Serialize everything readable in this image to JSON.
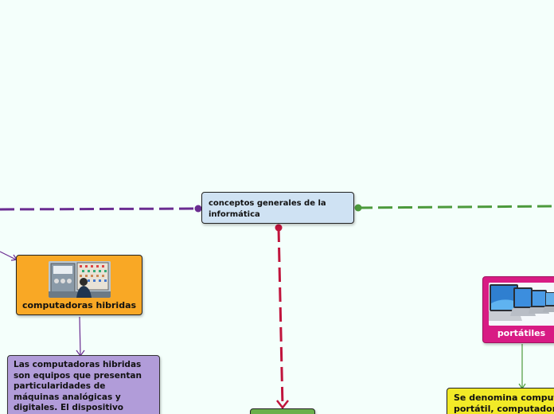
{
  "map": {
    "central": {
      "title": "conceptos generales de la informática"
    },
    "hybrid": {
      "label": "computadoras hibridas",
      "image_icon": "hybrid-computer-operator-image",
      "description": "Las computadoras hibridas son equipos que presentan particularidades de máquinas analógicas y digitales. El dispositivo"
    },
    "portable": {
      "label": "portátiles",
      "image_icon": "laptops-row-image",
      "description_lines": [
        "Se denomina computadora",
        "portátil, computadora"
      ]
    },
    "bottom_node": {
      "label": ""
    }
  },
  "colors": {
    "background": "#f4fffb",
    "central_fill": "#cfe2f3",
    "hybrid_fill": "#f9a825",
    "hybrid_desc_fill": "#b19cd9",
    "portable_fill": "#d81b84",
    "portable_desc_fill": "#f2ea27",
    "bottom_fill": "#6ab04c",
    "purple_link": "#6a2c91",
    "green_link": "#4c9a3c",
    "red_link": "#c0143c"
  }
}
